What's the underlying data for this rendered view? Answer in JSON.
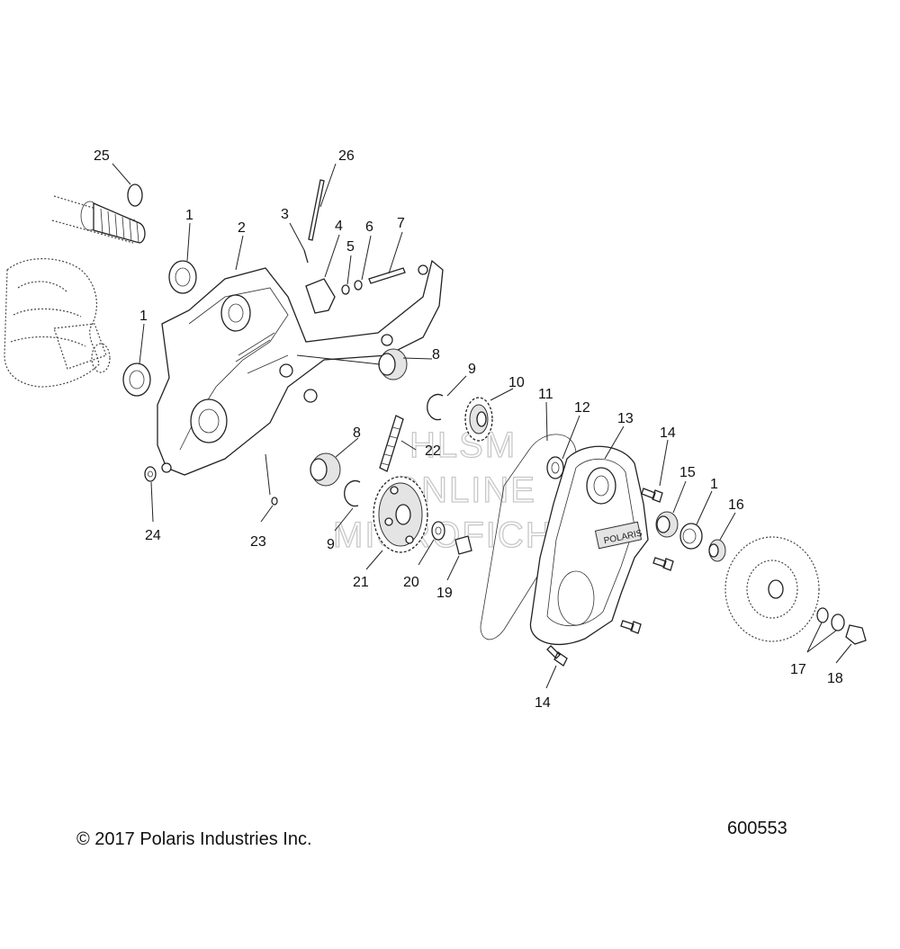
{
  "callouts": {
    "c25": "25",
    "c26": "26",
    "c1a": "1",
    "c2": "2",
    "c3": "3",
    "c4": "4",
    "c5": "5",
    "c6": "6",
    "c7": "7",
    "c1b": "1",
    "c8a": "8",
    "c9a": "9",
    "c10": "10",
    "c11": "11",
    "c12": "12",
    "c13": "13",
    "c14a": "14",
    "c22": "22",
    "c8b": "8",
    "c15": "15",
    "c1c": "1",
    "c16": "16",
    "c24": "24",
    "c23": "23",
    "c9b": "9",
    "c21": "21",
    "c20": "20",
    "c19": "19",
    "c17": "17",
    "c18": "18",
    "c14b": "14"
  },
  "watermark": {
    "line1": "HLSM",
    "line2": "ONLINE",
    "line3": "MICROFICHE"
  },
  "cover_badge": "POLARIS",
  "footer": {
    "copyright": "© 2017 Polaris Industries Inc.",
    "figure_number": "600553"
  }
}
